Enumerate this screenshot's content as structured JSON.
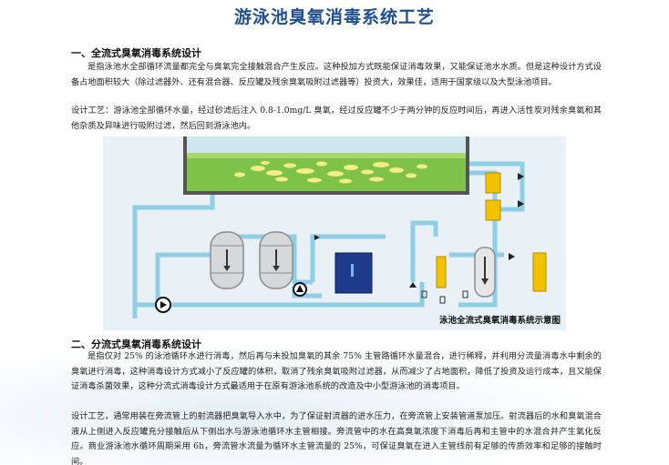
{
  "title": "游泳池臭氧消毒系统工艺",
  "section1": {
    "heading": "一、全流式臭氧消毒系统设计",
    "p1": "是指泳池水全部循环流量都完全与臭氧完全接触混合产生反应。这种投加方式既能保证消毒效果，又能保证池水水质。但是这种设计方式设备占地面积较大（除过滤器外、还有混合器、反应罐及残余臭氧吸附过滤器等）投资大，效果佳，适用于国家级以及大型泳池项目。",
    "p2": "设计工艺：游泳池全部循环水量，经过砂滤后注入 0.8-1.0mg/L 臭氧，经过反应罐不少于两分钟的反应时间后，再进入活性炭对残余臭氧和其他杂质及异味进行吸附过滤，然后回到游泳池内。"
  },
  "diagram": {
    "caption": "泳池全流式臭氧消毒系统示意图",
    "colors": {
      "background": "#eaf1f6",
      "pipe": "#8fcfe6",
      "pool_water": "#7fc24a",
      "tank": "#d0d3d6",
      "ozone_unit": "#1e3a8a",
      "yellow": "#f2c200"
    }
  },
  "section2": {
    "heading": "二、分流式臭氧消毒系统设计",
    "p1": "是指仅对 25% 的泳池循环水进行消毒，然后再与未投加臭氧的其余 75% 主管路循环水量混合，进行稀释，并利用分流量消毒水中剩余的臭氧进行消毒，这种消毒设计方式减小了反应罐的体积，取消了残余臭氧吸附过滤器，从而减少了占地面积，降低了投资及运行成本，且又能保证消毒杀菌效果，这种分流式消毒设计方式最适用于在原有游泳池系统的改造及中小型游泳池的消毒项目。",
    "p2": "设计工艺，通常用装在旁流管上的射流器把臭氧导入水中，为了保证射流器的进水压力，在旁流管上安装管道泵加压。射流器后的水和臭氧混合液从上侧进入反应罐充分接触后从下侧出水与游泳池循环水主管相接。旁流管中的水在高臭氧浓度下消毒后再和主管中的水混合并产生氧化反应。商业游泳池水循环周期采用 6h，旁流管水流量为循环水主管流量的 25%，可保证臭氧在进入主管线前有足够的传质效率和足够的接触时间。"
  }
}
